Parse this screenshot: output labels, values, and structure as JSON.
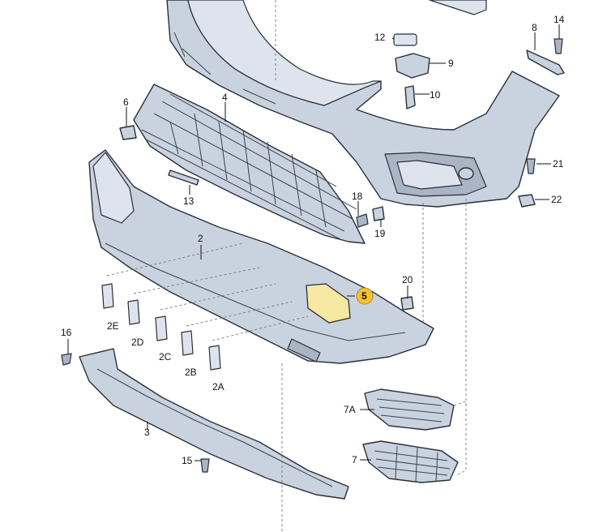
{
  "labels": {
    "l14": "14",
    "l8": "8",
    "l12": "12",
    "l9": "9",
    "l10": "10",
    "l6": "6",
    "l4": "4",
    "l21": "21",
    "l22": "22",
    "l13": "13",
    "l18": "18",
    "l19": "19",
    "l2": "2",
    "l20": "20",
    "l5": "5",
    "l2E": "2E",
    "l2D": "2D",
    "l2C": "2C",
    "l2B": "2B",
    "l2A": "2A",
    "l16": "16",
    "l3": "3",
    "l7A": "7A",
    "l7": "7",
    "l15": "15"
  },
  "highlight": {
    "part_number": "5",
    "color": "#f2c232"
  },
  "colors": {
    "part_fill": "#c9d3e0",
    "outline": "#2b2f36"
  }
}
